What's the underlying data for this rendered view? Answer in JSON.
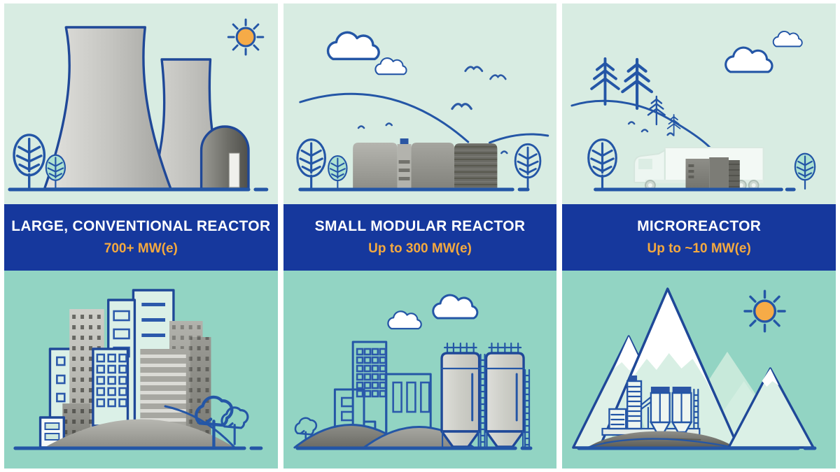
{
  "infographic": {
    "panels": [
      {
        "id": "large-conventional",
        "title": "LARGE, CONVENTIONAL REACTOR",
        "capacity": "700+ MW(e)",
        "top_scene": "nuclear plant with two cooling towers, containment dome, sun and trees",
        "bottom_scene": "large city skyline on a hill"
      },
      {
        "id": "small-modular",
        "title": "SMALL MODULAR REACTOR",
        "capacity": "Up to 300 MW(e)",
        "top_scene": "small modular reactor units in rolling landscape with clouds and birds",
        "bottom_scene": "industrial facility with factory buildings, silos and stockpiles"
      },
      {
        "id": "microreactor",
        "title": "MICROREACTOR",
        "capacity": "Up to ~10 MW(e)",
        "top_scene": "truck transporting microreactor module past forested hillside",
        "bottom_scene": "remote mountain site with small plant and sun"
      }
    ],
    "colors": {
      "banner_background": "#16389d",
      "banner_title": "#ffffff",
      "banner_capacity": "#f4a93f",
      "scene_top_background": "#d8ece2",
      "scene_bottom_background": "#92d4c3",
      "line_art_blue": "#2456a6",
      "sun_orange": "#f6ab47",
      "tree_teal_fill": "#ade2d2",
      "gutter_white": "#ffffff"
    },
    "icons": {
      "sun-icon": "orange sun with ray spokes",
      "cloud-icon": "white outlined cloud",
      "bird-icon": "flying bird curve",
      "tree-icon": "round leaf-vein tree outline",
      "tree-filled-icon": "teal filled leaf-vein tree",
      "pine-tree-icon": "line-art pine tree",
      "oak-tree-icon": "round canopy tree outline"
    }
  }
}
